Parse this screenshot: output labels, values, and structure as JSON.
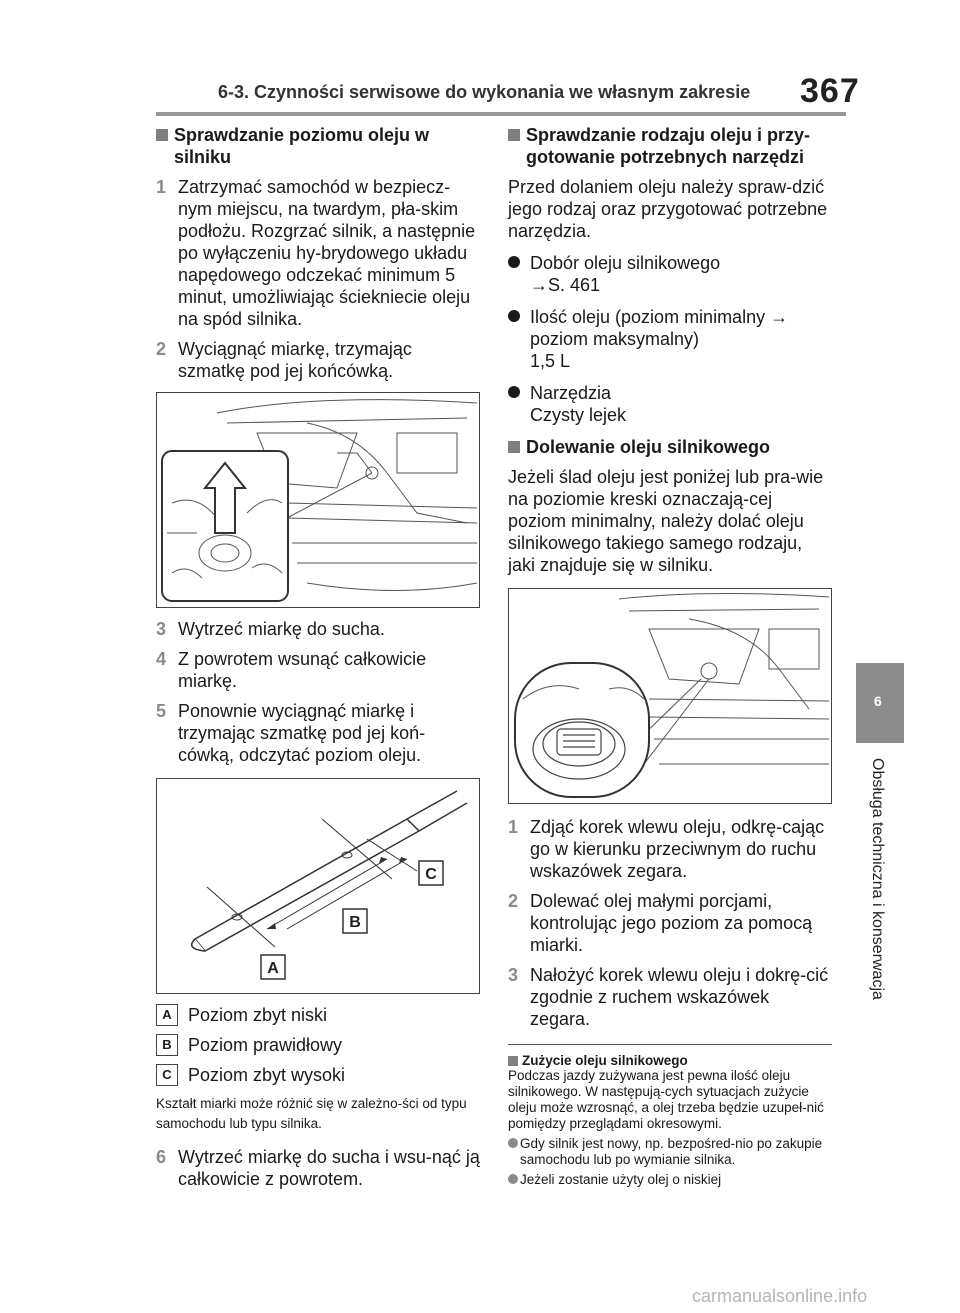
{
  "header": {
    "title": "6-3. Czynności serwisowe do wykonania we własnym zakresie",
    "page_number": "367"
  },
  "side_tab": {
    "chapter_number": "6",
    "caption": "Obsługa techniczna i konserwacja"
  },
  "left_column": {
    "section1_title": "Sprawdzanie poziomu oleju w silniku",
    "steps_a": [
      {
        "num": "1",
        "text": "Zatrzymać samochód w bezpiecz-nym miejscu, na twardym, pła-skim podłożu. Rozgrzać silnik, a następnie po wyłączeniu hy-brydowego układu napędowego odczekać minimum 5 minut, umożliwiając ściekniecie oleju na spód silnika."
      },
      {
        "num": "2",
        "text": "Wyciągnąć miarkę, trzymając szmatkę pod jej końcówką."
      }
    ],
    "steps_b": [
      {
        "num": "3",
        "text": "Wytrzeć miarkę do sucha."
      },
      {
        "num": "4",
        "text": "Z powrotem wsunąć całkowicie miarkę."
      },
      {
        "num": "5",
        "text": "Ponownie wyciągnąć miarkę i trzymając szmatkę pod jej koń-cówką, odczytać poziom oleju."
      }
    ],
    "dipstick_labels": {
      "a": "A",
      "b": "B",
      "c": "C"
    },
    "legend": [
      {
        "letter": "A",
        "text": "Poziom zbyt niski"
      },
      {
        "letter": "B",
        "text": "Poziom prawidłowy"
      },
      {
        "letter": "C",
        "text": "Poziom zbyt wysoki"
      }
    ],
    "note": "Kształt miarki może różnić się w zależno-ści od typu samochodu lub typu silnika.",
    "step6": {
      "num": "6",
      "text": "Wytrzeć miarkę do sucha i wsu-nąć ją całkowicie z powrotem."
    }
  },
  "right_column": {
    "section2_title": "Sprawdzanie rodzaju oleju i przy-gotowanie potrzebnych narzędzi",
    "section2_intro": "Przed dolaniem oleju należy spraw-dzić jego rodzaj oraz przygotować potrzebne narzędzia.",
    "bullets": [
      {
        "line1": "Dobór oleju silnikowego",
        "line2": "→S. 461"
      },
      {
        "line1": "Ilość oleju (poziom minimalny → poziom maksymalny)",
        "line2": "1,5 L"
      },
      {
        "line1": "Narzędzia",
        "line2": "Czysty lejek"
      }
    ],
    "section3_title": "Dolewanie oleju silnikowego",
    "section3_text": "Jeżeli ślad oleju jest poniżej lub pra-wie na poziomie kreski oznaczają-cej poziom minimalny, należy dolać oleju silnikowego takiego samego rodzaju, jaki znajduje się w silniku.",
    "steps": [
      {
        "num": "1",
        "text": "Zdjąć korek wlewu oleju, odkrę-cając go w kierunku przeciwnym do ruchu wskazówek zegara."
      },
      {
        "num": "2",
        "text": "Dolewać olej małymi porcjami, kontrolując jego poziom za pomocą miarki."
      },
      {
        "num": "3",
        "text": "Nałożyć korek wlewu oleju i dokrę-cić zgodnie z ruchem wskazówek zegara."
      }
    ],
    "usage_title": "Zużycie oleju silnikowego",
    "usage_text": "Podczas jazdy zużywana jest pewna ilość oleju silnikowego. W następują-cych sytuacjach zużycie oleju może wzrosnąć, a olej trzeba będzie uzupeł-nić pomiędzy przeglądami okresowymi.",
    "usage_bullets": [
      "Gdy silnik jest nowy, np. bezpośred-nio po zakupie samochodu lub po wymianie silnika.",
      "Jeżeli zostanie użyty olej o niskiej"
    ]
  },
  "watermark": "carmanualsonline.info"
}
